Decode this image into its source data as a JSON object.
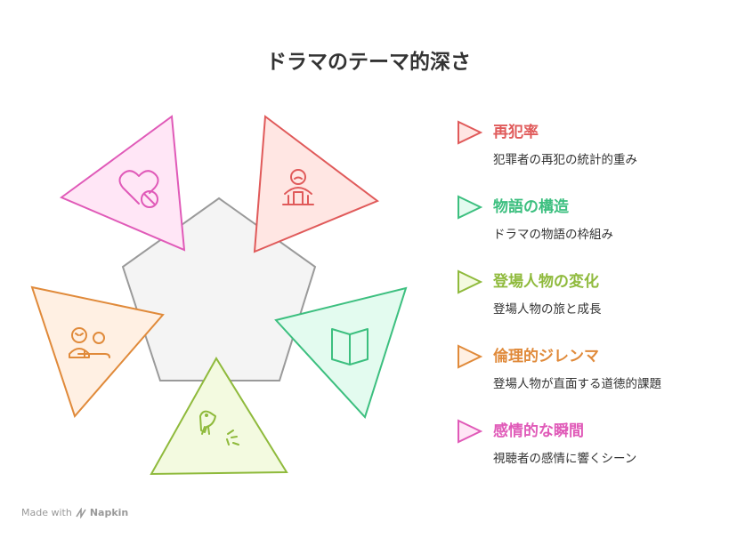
{
  "title": "ドラマのテーマ的深さ",
  "items": [
    {
      "title": "再犯率",
      "description": "犯罪者の再犯の統計的重み",
      "color": "#e05a5a",
      "fill": "#ffe6e3",
      "icon": "person-at-podium-icon"
    },
    {
      "title": "物語の構造",
      "description": "ドラマの物語の枠組み",
      "color": "#3cbf7f",
      "fill": "#e3fbef",
      "icon": "open-book-icon"
    },
    {
      "title": "登場人物の変化",
      "description": "登場人物の旅と成長",
      "color": "#8fba3c",
      "fill": "#f3fae0",
      "icon": "bird-icon"
    },
    {
      "title": "倫理的ジレンマ",
      "description": "登場人物が直面する道徳的課題",
      "color": "#e08a3a",
      "fill": "#fff0e3",
      "icon": "people-dilemma-icon"
    },
    {
      "title": "感情的な瞬間",
      "description": "視聴者の感情に響くシーン",
      "color": "#e05ab8",
      "fill": "#ffe6f6",
      "icon": "heart-icon"
    }
  ],
  "footer": {
    "prefix": "Made with",
    "brand": "Napkin"
  }
}
